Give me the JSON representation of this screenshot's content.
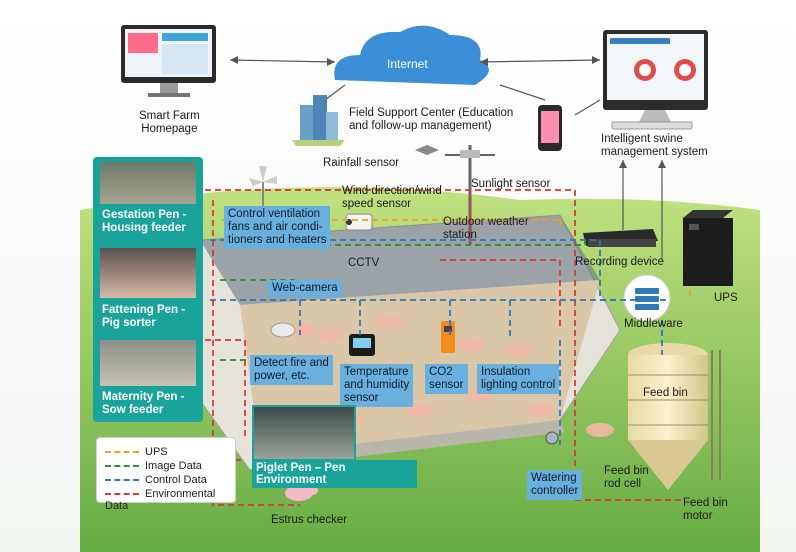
{
  "colors": {
    "ups": "#f0a020",
    "image": "#2f8f3a",
    "control": "#2d79b8",
    "environmental": "#d43b3b",
    "teal": "#1aa39a",
    "label_blue": "#6ab0de"
  },
  "top": {
    "internet": "Internet",
    "homepage": "Smart Farm\nHomepage",
    "field_center": "Field Support Center (Education\nand follow-up management)",
    "swine_system": "Intelligent swine\nmanagement system"
  },
  "sensors": {
    "rainfall": "Rainfall sensor",
    "sunlight": "Sunlight sensor",
    "wind": "Wind direction/wind\nspeed sensor",
    "weather_station": "Outdoor weather\nstation",
    "cctv": "CCTV",
    "recording": "Recording device",
    "ups": "UPS",
    "middleware": "Middleware",
    "feed_bin": "Feed bin",
    "feed_bin_rod": "Feed bin\nrod cell",
    "feed_bin_motor": "Feed bin\nmotor",
    "estrus": "Estrus checker"
  },
  "blue_labels": {
    "ventilation": "Control ventilation\nfans and air condi-\ntioners and heaters",
    "webcam": "Web-camera",
    "fire": "Detect fire and\npower, etc.",
    "temp": "Temperature\nand humidity\nsensor",
    "co2": "CO2\nsensor",
    "insulation": "Insulation\nlighting control",
    "watering": "Watering\ncontroller"
  },
  "pens": {
    "gestation": "Gestation Pen -\nHousing feeder",
    "fattening": "Fattening Pen -\nPig sorter",
    "maternity": "Maternity Pen -\nSow feeder",
    "piglet": "Piglet Pen – Pen Environment"
  },
  "legend": {
    "ups": "UPS",
    "image": "Image Data",
    "control": "Control Data",
    "environmental": "Environmental Data"
  }
}
